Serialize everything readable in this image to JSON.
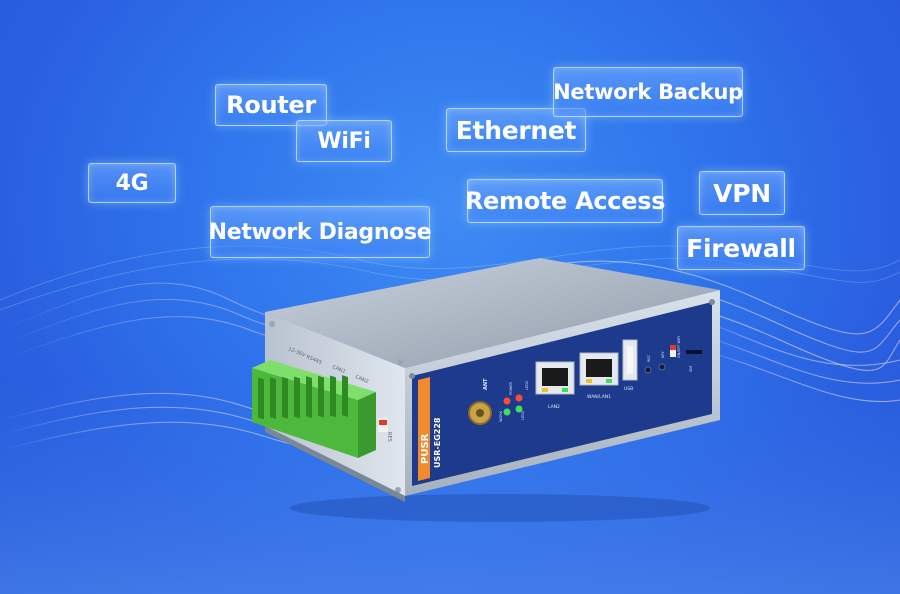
{
  "tags": {
    "router": "Router",
    "wifi": "WiFi",
    "fourg": "4G",
    "network_diagnose": "Network Diagnose",
    "ethernet": "Ethernet",
    "network_backup": "Network Backup",
    "remote_access": "Remote Access",
    "vpn": "VPN",
    "firewall": "Firewall"
  },
  "device": {
    "brand": "PUSR",
    "model": "USR-EG228",
    "ant_label": "ANT",
    "led_work": "WORK",
    "led_power": "POWER",
    "led_1": "LED1",
    "led_2": "LED2",
    "lan_label": "LAN2",
    "wan_label": "WAN/LAN1",
    "usb_label": "USB",
    "rec_label": "REC",
    "key_label": "KEY",
    "sim_label": "SIM",
    "switch_label": "ON/OFF WIFI",
    "rs485_label": "RS485",
    "can1_label": "CAN1",
    "can2_label": "CAN2",
    "power_label": "12-36V",
    "res_label": "RES"
  },
  "colors": {
    "background": "#2f74ec",
    "tag_border": "#bedcff",
    "device_front": "#1d3a8c",
    "terminal_green": "#5ccb4a",
    "accent_orange": "#f08a2c"
  }
}
